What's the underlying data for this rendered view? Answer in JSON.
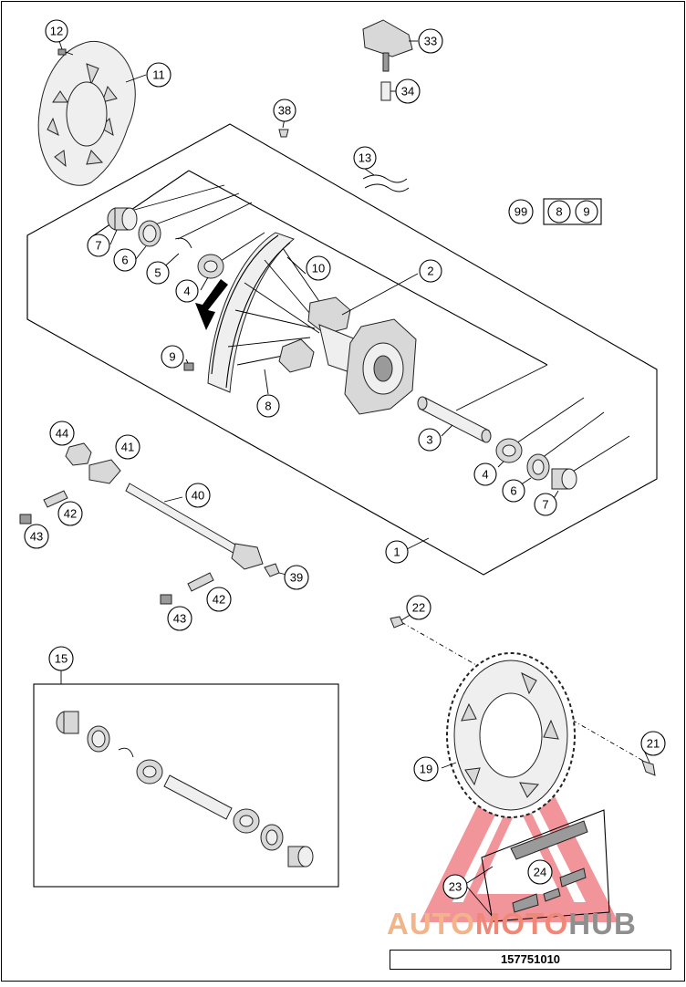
{
  "callouts": {
    "c12": "12",
    "c11": "11",
    "c33": "33",
    "c34": "34",
    "c38": "38",
    "c13": "13",
    "c99": "99",
    "c99_8": "8",
    "c99_9": "9",
    "c7a": "7",
    "c6a": "6",
    "c5": "5",
    "c4a": "4",
    "c10": "10",
    "c2": "2",
    "c9": "9",
    "c8": "8",
    "c3": "3",
    "c4b": "4",
    "c6b": "6",
    "c7b": "7",
    "c44": "44",
    "c41": "41",
    "c40": "40",
    "c42a": "42",
    "c43a": "43",
    "c1": "1",
    "c39": "39",
    "c42b": "42",
    "c43b": "43",
    "c22": "22",
    "c15": "15",
    "c21": "21",
    "c19": "19",
    "c24": "24",
    "c23": "23"
  },
  "watermark": {
    "part1": "AUTO",
    "part2": "MOTO",
    "part3": "HUB"
  },
  "reference_number": "157751010",
  "colors": {
    "line": "#000000",
    "part_fill": "#d8d8d8",
    "watermark_red": "#e8404a",
    "watermark_orange": "#f2b48a"
  },
  "icons": {
    "direction_arrow": "rotation-arrow-icon",
    "logo": "automotohub-triangle-logo"
  }
}
